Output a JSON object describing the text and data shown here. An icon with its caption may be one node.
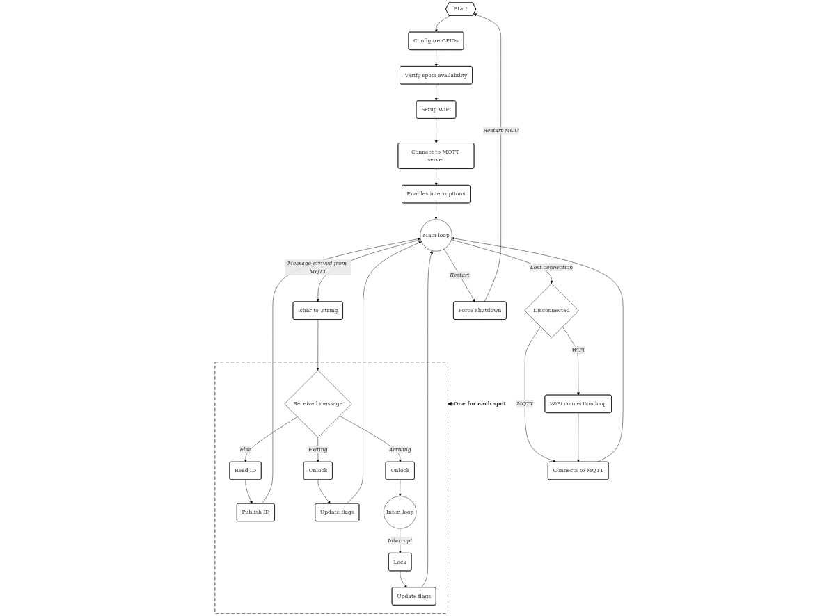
{
  "diagram": {
    "nodes": [
      {
        "text": [
          "Start"
        ]
      },
      {
        "text": [
          "Configure GPIOs"
        ]
      },
      {
        "text": [
          "Verify spots availability"
        ]
      },
      {
        "text": [
          "Setup WiFi"
        ]
      },
      {
        "text": [
          "Connect to MQTT server"
        ]
      },
      {
        "text": [
          "Enables interruptions"
        ]
      },
      {
        "text": [
          "Main loop"
        ]
      },
      {
        "text": [
          "Force shutdown"
        ]
      },
      {
        "text": [
          "Disconnected"
        ]
      },
      {
        "text": [
          "WiFi connection loop"
        ]
      },
      {
        "text": [
          "Connects to MQTT"
        ]
      },
      {
        "text": [
          ".char to .string"
        ]
      },
      {
        "text": [],
        "shape": "box"
      },
      {
        "text": [
          "Received message"
        ],
        "in": 12
      },
      {
        "text": [
          "Read ID"
        ],
        "in": 12
      },
      {
        "text": [
          "Publish ID"
        ],
        "in": 12
      },
      {
        "text": [
          "Unlock"
        ],
        "in": 12
      },
      {
        "text": [
          "Update flags"
        ],
        "in": 12
      },
      {
        "text": [
          "Unlock"
        ],
        "in": 12
      },
      {
        "text": [
          "Inter. loop"
        ],
        "in": 12
      },
      {
        "text": [
          "Lock"
        ],
        "in": 12
      },
      {
        "text": [
          "Update flags"
        ],
        "in": 12
      },
      {
        "text": [
          "One for each spot"
        ]
      }
    ],
    "edges": [
      {
        "from": 0,
        "to": 1,
        "arrow": "to"
      },
      {
        "from": 1,
        "to": 2,
        "arrow": "to"
      },
      {
        "from": 2,
        "to": 3,
        "arrow": "to"
      },
      {
        "from": 3,
        "to": 4,
        "arrow": "to"
      },
      {
        "from": 4,
        "to": 5,
        "arrow": "to"
      },
      {
        "from": 5,
        "to": 6,
        "arrow": "to"
      },
      {
        "from": 6,
        "to": 8,
        "arrow": "to",
        "label": "Lost connection"
      },
      {
        "from": 8,
        "to": 9,
        "arrow": "to",
        "label": "WiFi"
      },
      {
        "from": 8,
        "to": 10,
        "arrow": "to",
        "label": "MQTT"
      },
      {
        "from": 9,
        "to": 10,
        "arrow": "to"
      },
      {
        "from": 10,
        "to": 6,
        "arrow": "to"
      },
      {
        "from": 6,
        "to": 7,
        "arrow": "to",
        "label": "Restart"
      },
      {
        "from": 7,
        "to": 0,
        "arrow": "to",
        "label": "Restart MCU"
      },
      {
        "from": 6,
        "to": 11,
        "arrow": "to",
        "label": "Message arrived from MQTT"
      },
      {
        "from": 11,
        "to": 13,
        "arrow": "to"
      },
      {
        "from": 13,
        "to": 14,
        "arrow": "to",
        "label": "Else"
      },
      {
        "from": 13,
        "to": 16,
        "arrow": "to",
        "label": "Exiting"
      },
      {
        "from": 13,
        "to": 18,
        "arrow": "to",
        "label": "Arriving"
      },
      {
        "from": 14,
        "to": 15,
        "arrow": "to"
      },
      {
        "from": 15,
        "to": 6,
        "arrow": "to"
      },
      {
        "from": 16,
        "to": 17,
        "arrow": "to"
      },
      {
        "from": 17,
        "to": 6,
        "arrow": "to"
      },
      {
        "from": 18,
        "to": 19,
        "arrow": "to"
      },
      {
        "from": 19,
        "to": 20,
        "arrow": "to",
        "label": "Interrupt"
      },
      {
        "from": 20,
        "to": 21,
        "arrow": "to"
      },
      {
        "from": 21,
        "to": 6,
        "arrow": "to"
      },
      {
        "from": 22,
        "to": 12,
        "arrow": "to"
      }
    ]
  }
}
